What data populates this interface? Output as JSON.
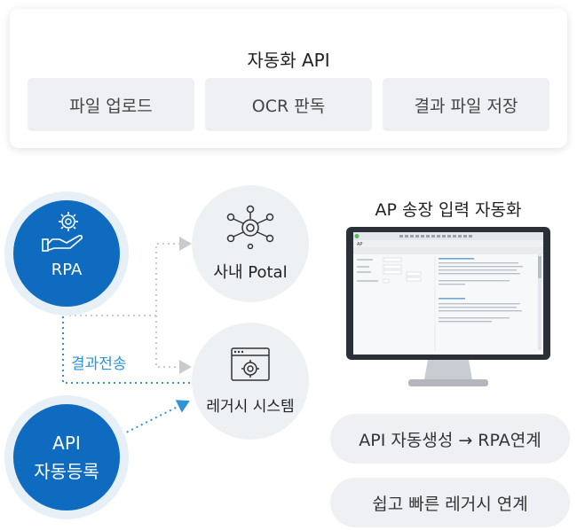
{
  "api_panel": {
    "title": "자동화 API",
    "buttons": [
      {
        "label": "파일 업로드"
      },
      {
        "label": "OCR 판독"
      },
      {
        "label": "결과 파일 저장"
      }
    ]
  },
  "nodes": {
    "rpa": {
      "label": "RPA",
      "icon": "gear-hand-icon"
    },
    "portal": {
      "label": "사내 Potal",
      "icon": "network-gear-icon"
    },
    "legacy": {
      "label": "레거시 시스템",
      "icon": "browser-gear-icon"
    },
    "api_register": {
      "line1": "API",
      "line2": "자동등록"
    }
  },
  "edges": {
    "transfer_label": "결과전송"
  },
  "monitor": {
    "title": "AP 송장 입력 자동화",
    "screen_title": "AP"
  },
  "pills": [
    {
      "label": "API 자동생성 → RPA연계"
    },
    {
      "label": "쉽고 빠른 레거시 연계"
    }
  ],
  "colors": {
    "accent_blue": "#0e6bbf",
    "light_blue_ring": "#e7f0f7",
    "dotted_blue": "#2f93d8",
    "dotted_grey": "#c7cbd0",
    "panel_grey": "#eef0f3"
  }
}
